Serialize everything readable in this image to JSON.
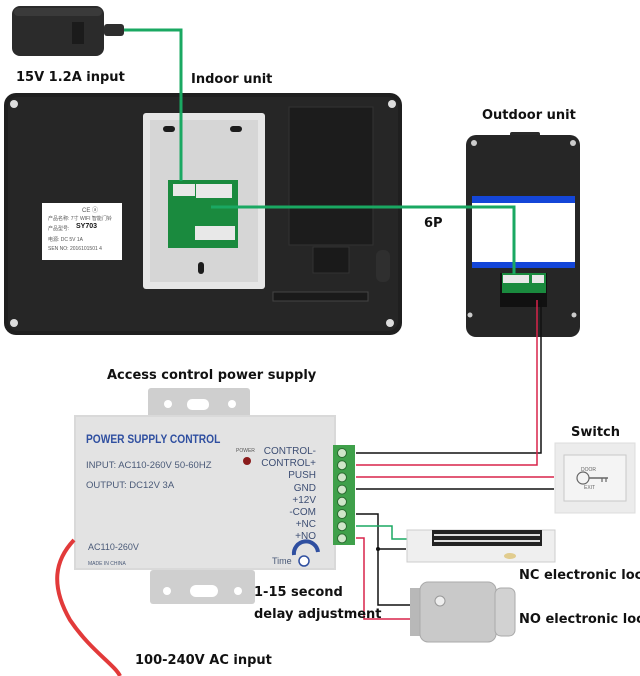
{
  "labels": {
    "adapter": "15V 1.2A input",
    "indoor_unit": "Indoor unit",
    "outdoor_unit": "Outdoor unit",
    "six_pin": "6P",
    "power_supply": "Access control power supply",
    "switch": "Switch",
    "nc_lock": "NC electronic lock",
    "no_lock": "NO electronic lock",
    "delay_line1": "1-15 second",
    "delay_line2": "delay adjustment",
    "ac_input": "100-240V AC input"
  },
  "indoor_sticker": {
    "marks": "CE ⓐ",
    "line1": "产品名称: 7寸 WIFI 智能门铃",
    "line2_label": "产品型号:",
    "model": "SY703",
    "line3": "电源:      DC 5V   1A",
    "line4": "SEN NO:  2016101501 4"
  },
  "power_supply_box": {
    "title": "POWER SUPPLY CONTROL",
    "input": "INPUT: AC110-260V 50-60HZ",
    "output": "OUTPUT: DC12V  3A",
    "ac_range": "AC110-260V",
    "made_in": "MADE IN CHINA",
    "power_led": "POWER",
    "time_knob": "Time",
    "terminals": [
      "CONTROL-",
      "CONTROL+",
      "PUSH",
      "GND",
      "+12V",
      "-COM",
      "+NC",
      "+NO"
    ]
  },
  "exit_switch": {
    "top_text": "DOOR",
    "bottom_text": "EXIT"
  },
  "colors": {
    "green_wire": "#1aa862",
    "red_wire": "#d8234a",
    "black_wire": "#111111",
    "device_black": "#262626",
    "ps_title_blue": "#2f4fa0",
    "terminal_green": "#3fa04a",
    "outdoor_blue": "#1446d8"
  }
}
